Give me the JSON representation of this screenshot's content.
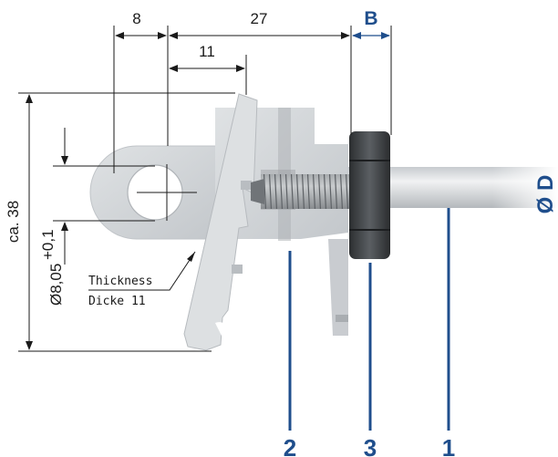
{
  "dimensions": {
    "width_8": "8",
    "width_27": "27",
    "width_11": "11",
    "height_38": "ca. 38",
    "bore": "Ø8,05",
    "bore_tolerance": "+0,1"
  },
  "labels": {
    "B": "B",
    "D": "Ø D",
    "thickness_en": "Thickness",
    "thickness_de": "Dicke 11"
  },
  "parts": [
    {
      "number": "2"
    },
    {
      "number": "3"
    },
    {
      "number": "1"
    }
  ],
  "colors": {
    "accent_blue": "#1f4e8c",
    "dimension_line": "#1a1a1a",
    "metal_light": "#d9dcdf",
    "metal_mid": "#b8bcc1",
    "nut_dark": "#3a3d40"
  }
}
